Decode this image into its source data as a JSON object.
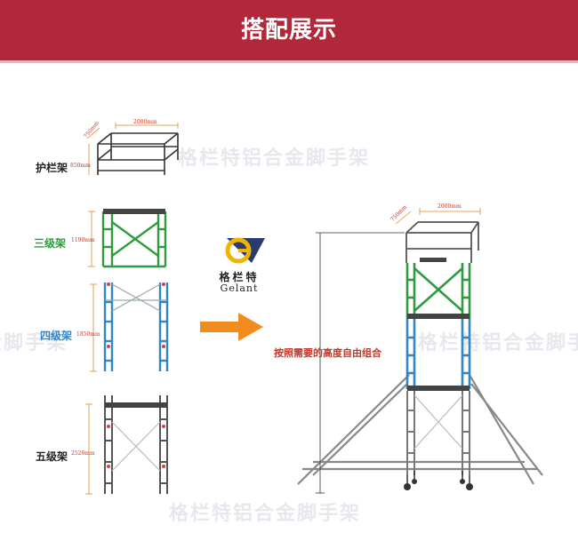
{
  "header": {
    "title": "搭配展示"
  },
  "watermark": {
    "text": "格栏特铝合金脚手架"
  },
  "brand": {
    "name_cn": "格栏特",
    "name_en": "Gelant"
  },
  "caption": "按照需要的高度自由组合",
  "configs": [
    {
      "name": "护栏架",
      "height": "850mm",
      "color": "#222222"
    },
    {
      "name": "三级架",
      "height": "1190mm",
      "color": "#2e9b3e"
    },
    {
      "name": "四级架",
      "height": "1850mm",
      "color": "#2f86c9"
    },
    {
      "name": "五级架",
      "height": "2520mm",
      "color": "#222222"
    }
  ],
  "dimensions": {
    "width": "2000mm",
    "depth": "750mm"
  },
  "colors": {
    "header": "#b0283a",
    "green": "#2e9b3e",
    "blue": "#2f86c9",
    "orange": "#f08c1e",
    "dim": "#e0892d"
  }
}
